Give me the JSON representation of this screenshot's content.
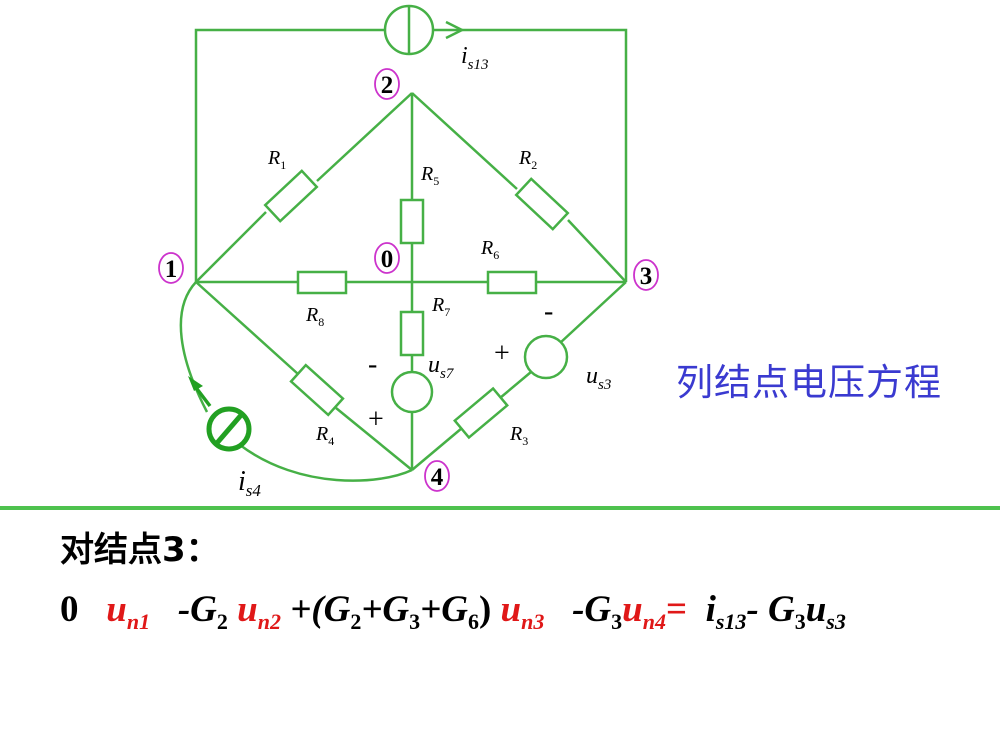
{
  "circuit": {
    "nodes": [
      "1",
      "2",
      "0",
      "3",
      "4"
    ],
    "resistors": {
      "r1": {
        "base": "R",
        "sub": "1"
      },
      "r2": {
        "base": "R",
        "sub": "2"
      },
      "r3": {
        "base": "R",
        "sub": "3"
      },
      "r4": {
        "base": "R",
        "sub": "4"
      },
      "r5": {
        "base": "R",
        "sub": "5"
      },
      "r6": {
        "base": "R",
        "sub": "6"
      },
      "r7": {
        "base": "R",
        "sub": "7"
      },
      "r8": {
        "base": "R",
        "sub": "8"
      }
    },
    "sources": {
      "is13": {
        "base": "i",
        "sub": "s13"
      },
      "is4": {
        "base": "i",
        "sub": "s4"
      },
      "us7": {
        "base": "u",
        "sub": "s7"
      },
      "us3": {
        "base": "u",
        "sub": "s3"
      }
    },
    "polarity": {
      "us7_top": "-",
      "us7_bottom": "+",
      "us3_left": "+",
      "us3_top": "-"
    },
    "colors": {
      "wire": "#46b046",
      "node_circle": "#cc33cc",
      "source_is4": "#22a022",
      "label_text": "#000000"
    }
  },
  "heading": "列结点电压方程",
  "node_label": "对结点3：",
  "equation": {
    "t0": "0",
    "t1_u": "u",
    "t1_sub": "n1",
    "t2_coef": "-G",
    "t2_coef_sub": "2",
    "t2_u": "u",
    "t2_sub": "n2",
    "t3_open": "+(G",
    "t3_s1": "2",
    "t3_p1": "+G",
    "t3_s2": "3",
    "t3_p2": "+G",
    "t3_s3": "6",
    "t3_close": ")",
    "t3_u": "u",
    "t3_sub": "n3",
    "t4_coef": "-G",
    "t4_coef_sub": "3",
    "t4_u": "u",
    "t4_sub": "n4",
    "eq": "=",
    "rhs_i": "i",
    "rhs_i_sub": "s13",
    "rhs_minus": "- G",
    "rhs_g_sub": "3",
    "rhs_u": "u",
    "rhs_u_sub": "s3"
  }
}
